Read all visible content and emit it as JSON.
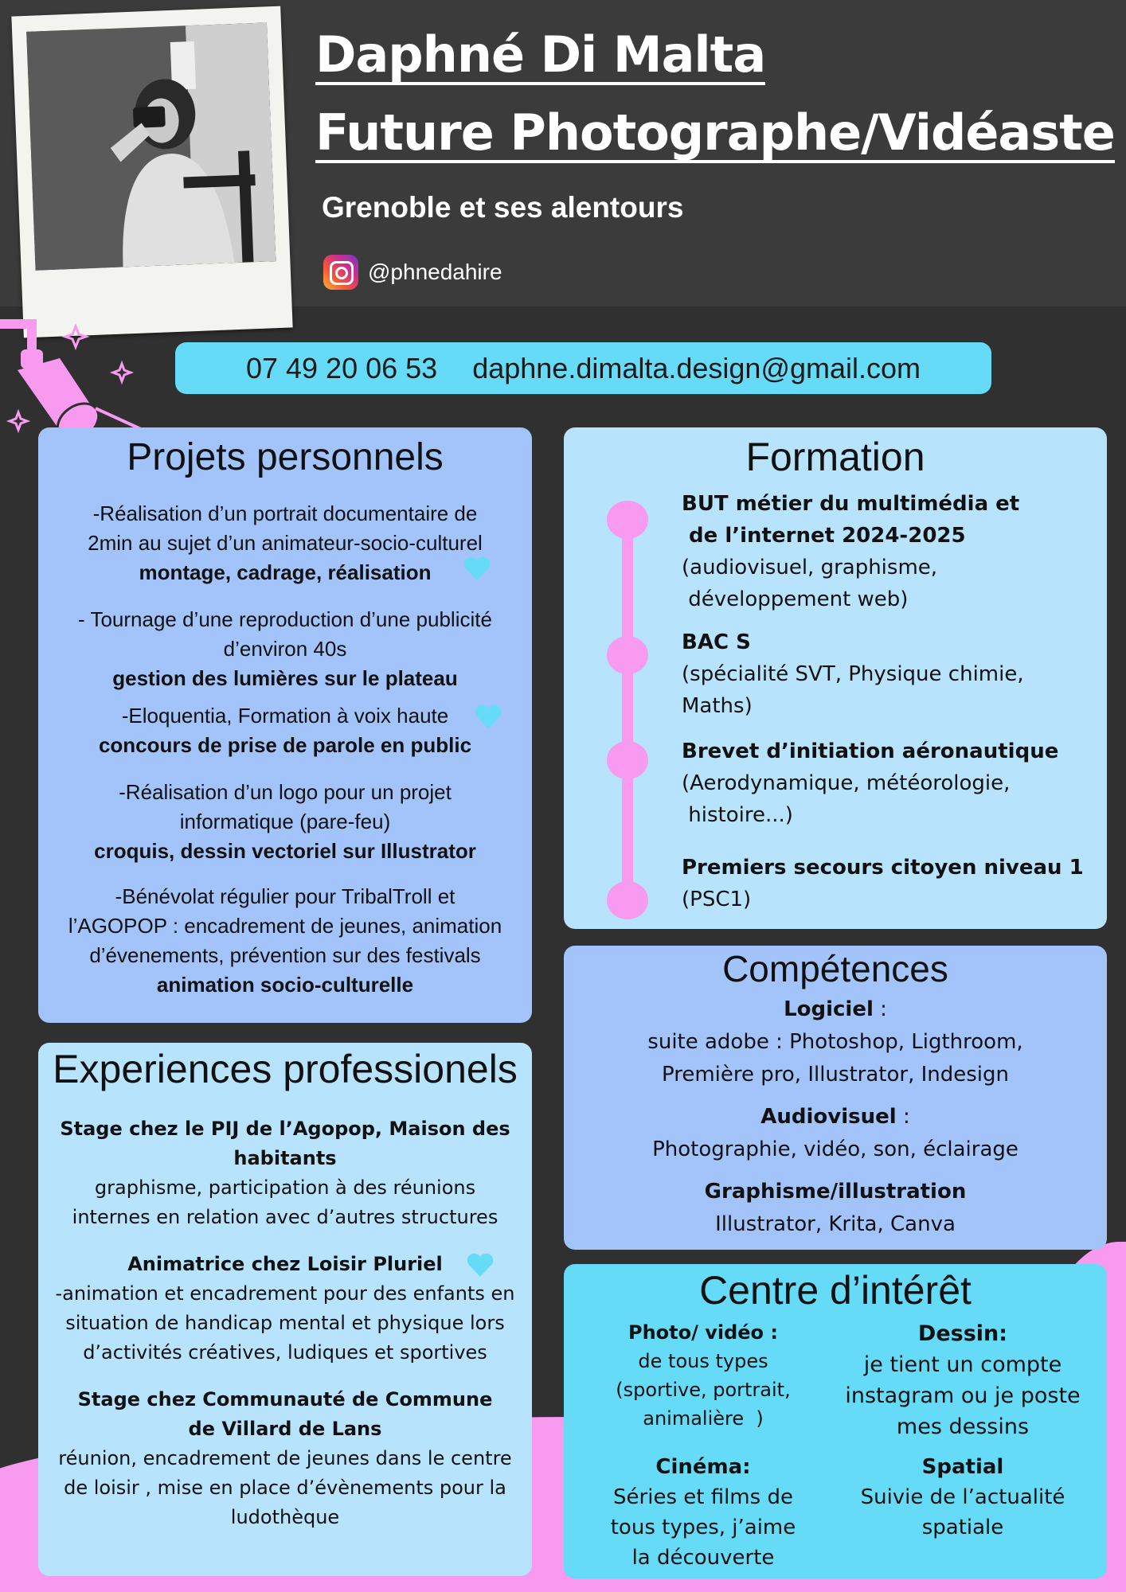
{
  "header": {
    "name": "Daphné Di Malta",
    "title": "Future Photographe/Vidéaste",
    "location": "Grenoble et ses alentours",
    "instagram_handle": "@phnedahire",
    "instagram_icon": "instagram-icon"
  },
  "contact": {
    "phone": "07 49 20 06 53",
    "email": "daphne.dimalta.design@gmail.com"
  },
  "projets": {
    "heading": "Projets personnels",
    "items": [
      {
        "lines": [
          "-Réalisation d’un portrait documentaire de",
          "2min au sujet d’un animateur-socio-culturel"
        ],
        "bold": "montage, cadrage, réalisation"
      },
      {
        "lines": [
          "- Tournage d’une reproduction d’une publicité",
          "d’environ 40s"
        ],
        "bold": "gestion des lumières sur le plateau"
      },
      {
        "lines": [
          "-Eloquentia, Formation à voix haute"
        ],
        "bold": "concours de prise de parole en public"
      },
      {
        "lines": [
          "-Réalisation d’un logo pour un projet",
          "informatique (pare-feu)"
        ],
        "bold": "croquis, dessin vectoriel sur Illustrator"
      },
      {
        "lines": [
          "-Bénévolat régulier pour TribalTroll et",
          "l’AGOPOP : encadrement de jeunes, animation",
          "d’évenements, prévention sur des festivals"
        ],
        "bold": "animation socio-culturelle"
      }
    ]
  },
  "experiences": {
    "heading": "Experiences professionels",
    "items": [
      {
        "title_lines": [
          "Stage chez le PIJ de l’Agopop, Maison des",
          "habitants"
        ],
        "lines": [
          "graphisme, participation à des réunions",
          "internes en relation avec d’autres structures"
        ]
      },
      {
        "title_lines": [
          "Animatrice chez Loisir Pluriel"
        ],
        "lines": [
          "-animation et encadrement pour des enfants en",
          "situation de handicap mental et physique lors",
          "d’activités créatives, ludiques et sportives"
        ]
      },
      {
        "title_lines": [
          "Stage chez Communauté de Commune",
          "de Villard de Lans"
        ],
        "lines": [
          "réunion, encadrement de jeunes dans le centre",
          "de loisir , mise en place d’évènements pour la",
          "ludothèque"
        ]
      }
    ]
  },
  "formation": {
    "heading": "Formation",
    "items": [
      {
        "title_lines": [
          "BUT métier du multimédia et",
          " de l’internet 2024-2025"
        ],
        "lines": [
          "(audiovisuel, graphisme,",
          " développement web)"
        ]
      },
      {
        "title_lines": [
          "BAC S"
        ],
        "lines": [
          "(spécialité SVT, Physique chimie,",
          "Maths)"
        ]
      },
      {
        "title_lines": [
          "Brevet d’initiation aéronautique"
        ],
        "lines": [
          "(Aerodynamique, météorologie,",
          " histoire...)"
        ]
      },
      {
        "title_lines": [
          "Premiers secours citoyen niveau 1"
        ],
        "lines": [
          "(PSC1)"
        ]
      }
    ]
  },
  "competences": {
    "heading": "Compétences",
    "blocks": [
      {
        "title": "Logiciel",
        "suffix": " :",
        "lines": [
          "suite adobe : Photoshop, Ligthroom,",
          "Première pro, Illustrator, Indesign"
        ]
      },
      {
        "title": "Audiovisuel",
        "suffix": " :",
        "lines": [
          "Photographie, vidéo, son, éclairage"
        ]
      },
      {
        "title": "Graphisme/illustration",
        "suffix": "",
        "lines": [
          "Illustrator, Krita, Canva"
        ]
      }
    ]
  },
  "centre": {
    "heading": "Centre d’intérêt",
    "items": [
      {
        "title": "Photo/ vidéo :",
        "lines": [
          "de tous types",
          "(sportive, portrait,",
          "animalière  )"
        ]
      },
      {
        "title": "Dessin:",
        "lines": [
          "je tient un compte",
          "instagram ou je poste",
          "mes dessins"
        ]
      },
      {
        "title": "Cinéma:",
        "lines": [
          "Séries et films de",
          "tous types, j’aime",
          "la découverte"
        ]
      },
      {
        "title": "Spatial",
        "lines": [
          "Suivie de l’actualité",
          "spatiale"
        ]
      }
    ]
  },
  "colors": {
    "background": "#303030",
    "header": "#3b3b3b",
    "pink": "#f79af0",
    "cyan": "#65dbf8",
    "light_blue": "#b8e3fc",
    "periwinkle": "#a2c4fa"
  }
}
